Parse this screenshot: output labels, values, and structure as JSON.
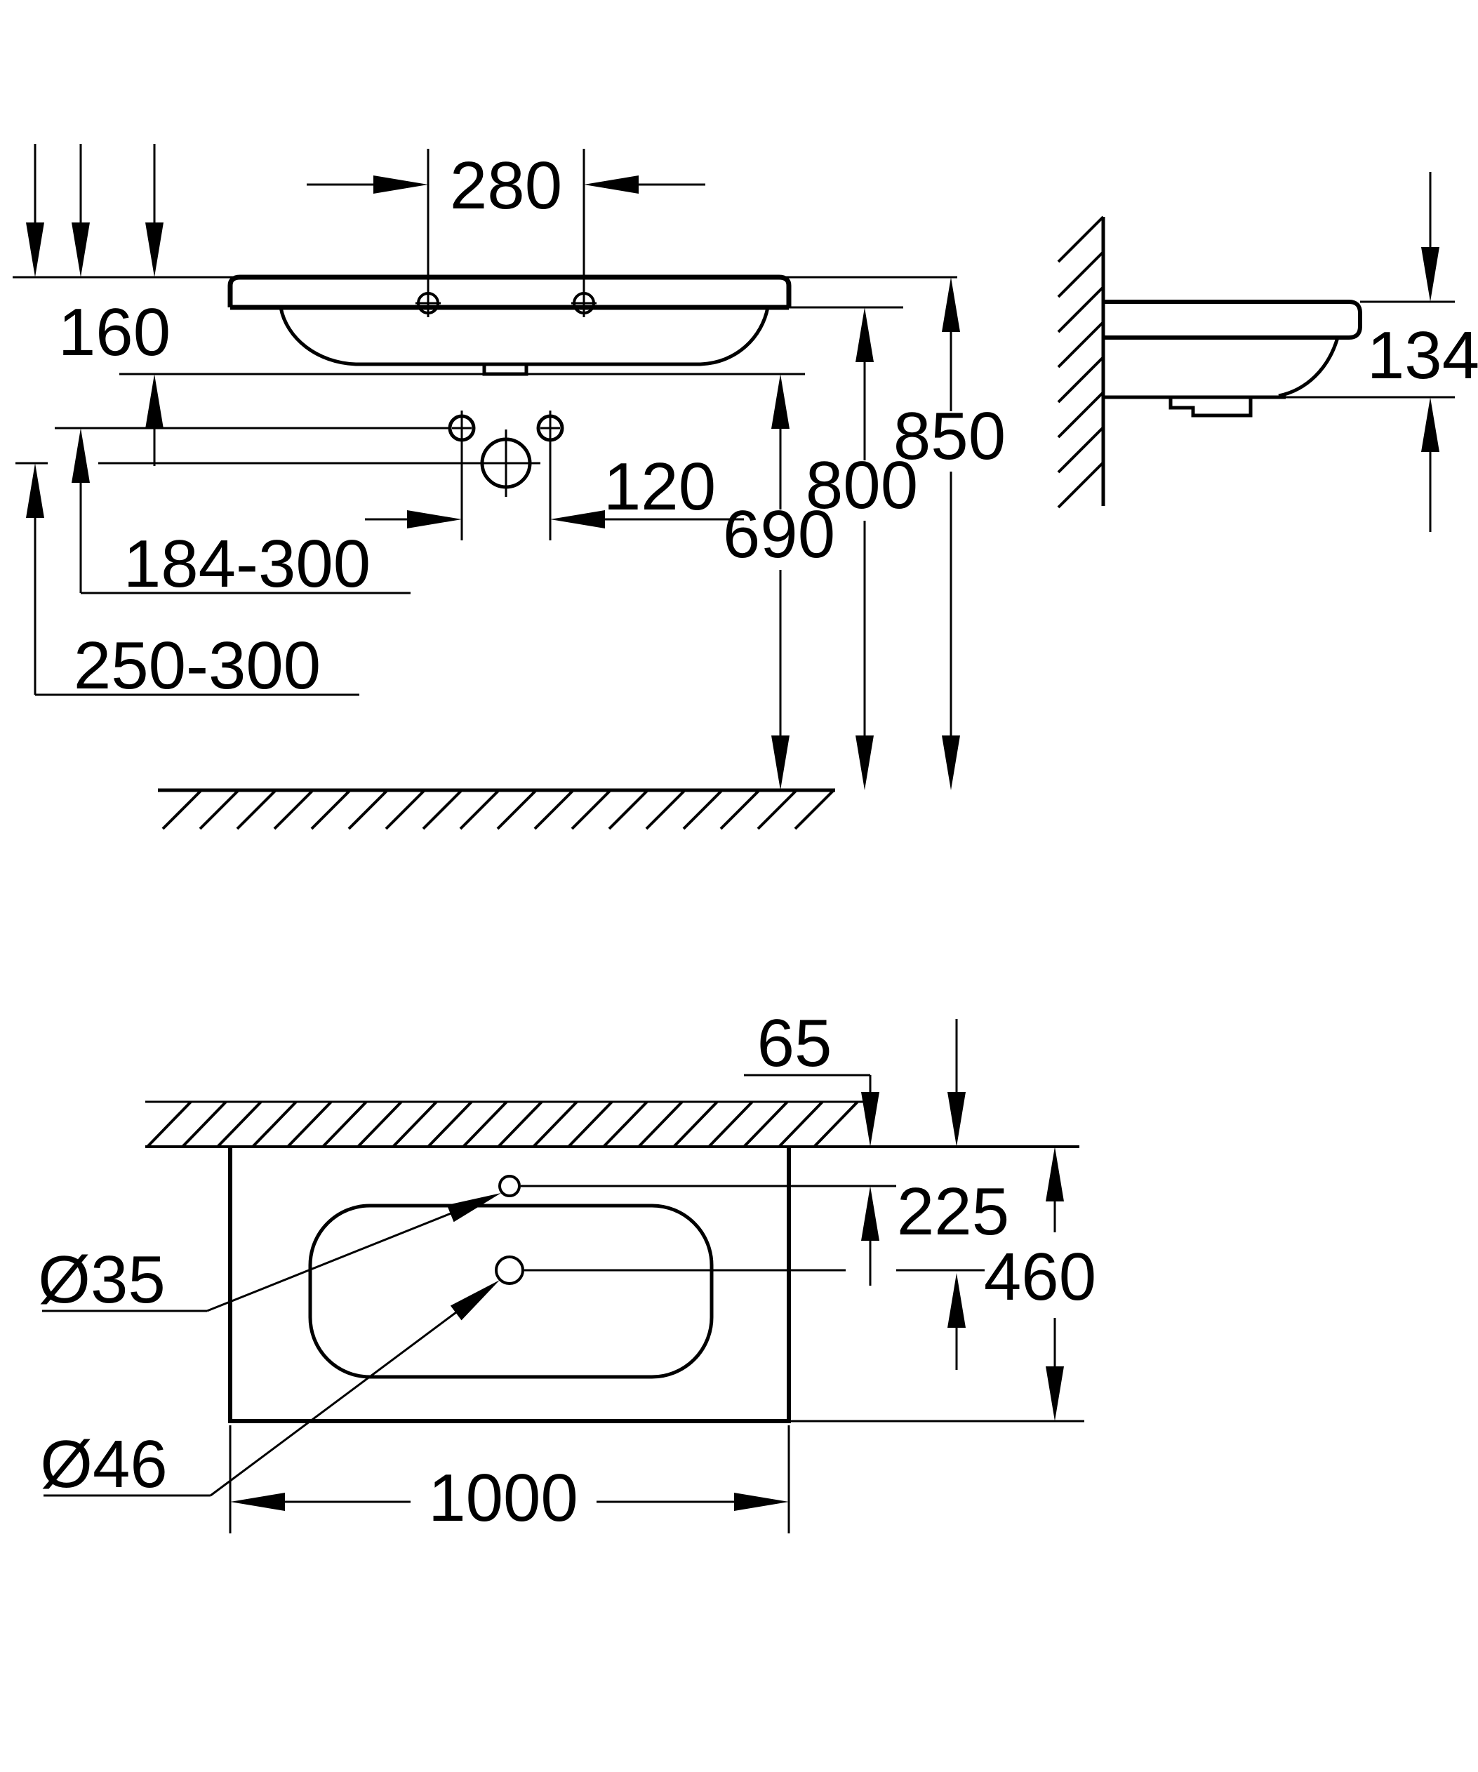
{
  "drawing": {
    "type": "washbasin installation dimension drawing",
    "unit": "mm",
    "line_color": "#000000",
    "background_color": "#ffffff",
    "front_view": {
      "tap_hole_spacing": "280",
      "basin_front_height": "160",
      "rim_height_above_floor": "850",
      "underside_height_above_floor": "800",
      "drain_outlet_height_above_floor": "690",
      "supply_connection_spacing": "120",
      "supply_height_range": "184-300",
      "drain_height_range": "250-300"
    },
    "side_view": {
      "rear_body_height": "134"
    },
    "plan_view": {
      "tap_hole_to_wall": "65",
      "drain_to_wall": "225",
      "basin_depth": "460",
      "basin_width": "1000",
      "tap_hole_diameter": "Ø35",
      "drain_hole_diameter": "Ø46"
    }
  }
}
